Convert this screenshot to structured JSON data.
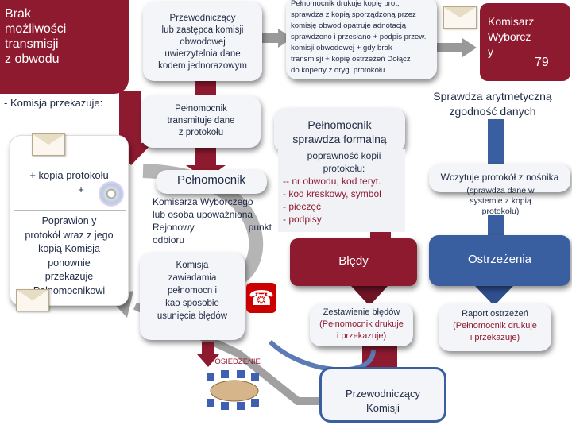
{
  "red_corner": {
    "lines": [
      "Brak",
      "możliwości",
      "transmisji",
      "z obwodu"
    ]
  },
  "komisja_przekazuje": "- Komisja przekazuje:",
  "box_przewodniczacy": [
    "Przewodniczący",
    "lub zastępca komisji",
    "obwodowej",
    "uwierzytelnia dane",
    "kodem jednorazowym"
  ],
  "box_pelnomocnik_drukuje": [
    "Pełnomocnik drukuje kopię prot,",
    "sprawdza z kopią sporządzoną przez",
    "komisję obwod opatruje adnotacją",
    "sprawdzono i przesłano + podpis przew.",
    "komisji  obwodowej  +  gdy brak",
    "transmisji         + kopię ostrzeżeń Dołącz",
    "do koperty z oryg. protokołu"
  ],
  "komisarz": [
    "Komisarz",
    "Wyborcz",
    "y"
  ],
  "page_number": "79",
  "box_pelnomocnik_transmituje": [
    "Pełnomocnik",
    "transmituje dane",
    "z protokołu"
  ],
  "sprawdza_arytmetyczna": [
    "Sprawdza  arytmetyczną",
    "zgodność danych"
  ],
  "pelnomocnik_formalna": [
    "Pełnomocnik",
    "sprawdza formalną"
  ],
  "poprawnosc_list": [
    "poprawność  kopii",
    "protokołu:",
    "-- nr obwodu, kod teryt.",
    "- kod kreskowy, symbol",
    "- pieczęć",
    "- podpisy"
  ],
  "wczytuje": "Wczytuje protokół z nośnika",
  "sprawdza_dane": [
    "(sprawdza dane w",
    "systemie z kopią",
    "protokołu)"
  ],
  "left_box": {
    "kopia": "+ kopia protokołu",
    "plus": "+",
    "poprawiony": [
      "Poprawion  y",
      "protokół wraz z jego",
      "kopią Komisja",
      "ponownie",
      "przekazuje",
      "Pełnomocnikowi"
    ]
  },
  "pelnomocnik_komisarza": {
    "title": "Pełnomocnik",
    "lines": [
      "Komisarza Wyborczego",
      "lub osoba upoważniona",
      "Rejonowy",
      "punkt",
      "odbioru"
    ]
  },
  "komisja_zawiadamia": [
    "Komisja",
    "zawiadamia",
    "pełnomocn  i",
    "kao sposobie",
    "usunięcia błędów"
  ],
  "bledy": "Błędy",
  "ostrzezenia": "Ostrzeżenia",
  "zestawienie": [
    "Zestawienie błędów",
    "(Pełnomocnik drukuje",
    "i przekazuje)"
  ],
  "raport": [
    "Raport ostrzeżeń",
    "(Pełnomocnik drukuje",
    "i przekazuje)"
  ],
  "posiedzenie": "POSIEDZENIE",
  "przewodniczacy_komisji": [
    "Przewodniczący",
    "Komisji"
  ],
  "colors": {
    "red": "#8e1a30",
    "blue": "#3a5fa0",
    "navy": "#1f2a44"
  }
}
